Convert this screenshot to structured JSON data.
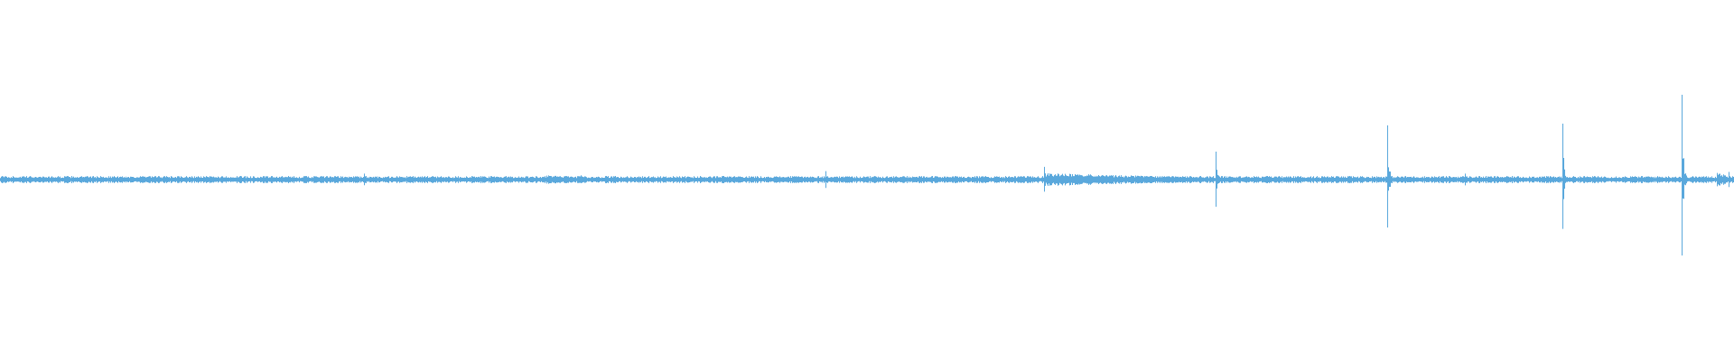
{
  "waveform": {
    "color": "#5aa8dc",
    "background": "#ffffff",
    "baseline_amplitude": 0.03,
    "spikes": [
      {
        "position": 0.21,
        "amplitude": 0.07
      },
      {
        "position": 0.335,
        "amplitude": 0.05
      },
      {
        "position": 0.476,
        "amplitude": 0.1
      },
      {
        "position": 0.602,
        "amplitude": 0.15
      },
      {
        "position": 0.701,
        "amplitude": 0.33
      },
      {
        "position": 0.8,
        "amplitude": 0.64
      },
      {
        "position": 0.845,
        "amplitude": 0.07
      },
      {
        "position": 0.901,
        "amplitude": 0.66
      },
      {
        "position": 0.97,
        "amplitude": 1.0
      },
      {
        "position": 0.997,
        "amplitude": 0.09
      }
    ],
    "noisy_regions": [
      {
        "start": 0.315,
        "end": 0.345,
        "amplitude": 0.05
      },
      {
        "start": 0.602,
        "end": 0.7,
        "amplitude": 0.07
      },
      {
        "start": 0.99,
        "end": 1.0,
        "amplitude": 0.08
      }
    ]
  }
}
